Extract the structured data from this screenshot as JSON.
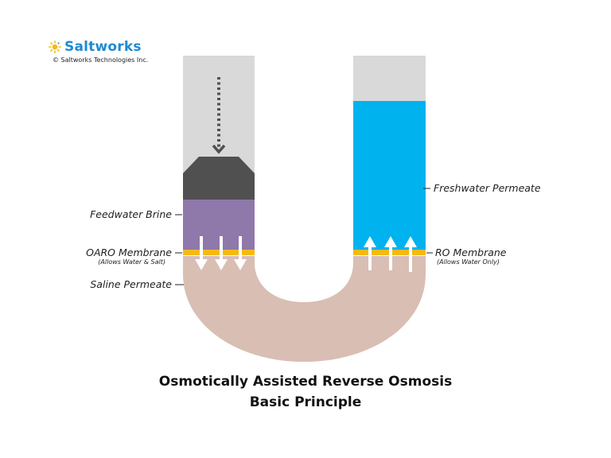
{
  "brand": {
    "name": "Saltworks",
    "copyright": "© Saltworks Technologies Inc.",
    "icon": "sun-icon",
    "color": "#1f8ad2"
  },
  "labels": {
    "feedwater_brine": "Feedwater Brine",
    "oaro_membrane": "OARO Membrane",
    "oaro_membrane_note": "(Allows Water & Salt)",
    "saline_permeate": "Saline Permeate",
    "freshwater_permeate": "Freshwater Permeate",
    "ro_membrane": "RO Membrane",
    "ro_membrane_note": "(Allows Water Only)"
  },
  "title": {
    "line1": "Osmotically Assisted Reverse Osmosis",
    "line2": "Basic Principle"
  },
  "colors": {
    "empty_column": "#d9d9d9",
    "piston": "#505050",
    "feedwater_brine": "#8f78aa",
    "membrane": "#f5b915",
    "saline_permeate": "#d9beb4",
    "freshwater_permeate": "#00b2ee",
    "arrow": "#ffffff",
    "pressure_arrow": "#505050"
  },
  "icons": {
    "pressure": "dotted-down-arrow-icon",
    "water_flow_down": "arrow-down-icon",
    "water_flow_up": "arrow-up-icon"
  }
}
